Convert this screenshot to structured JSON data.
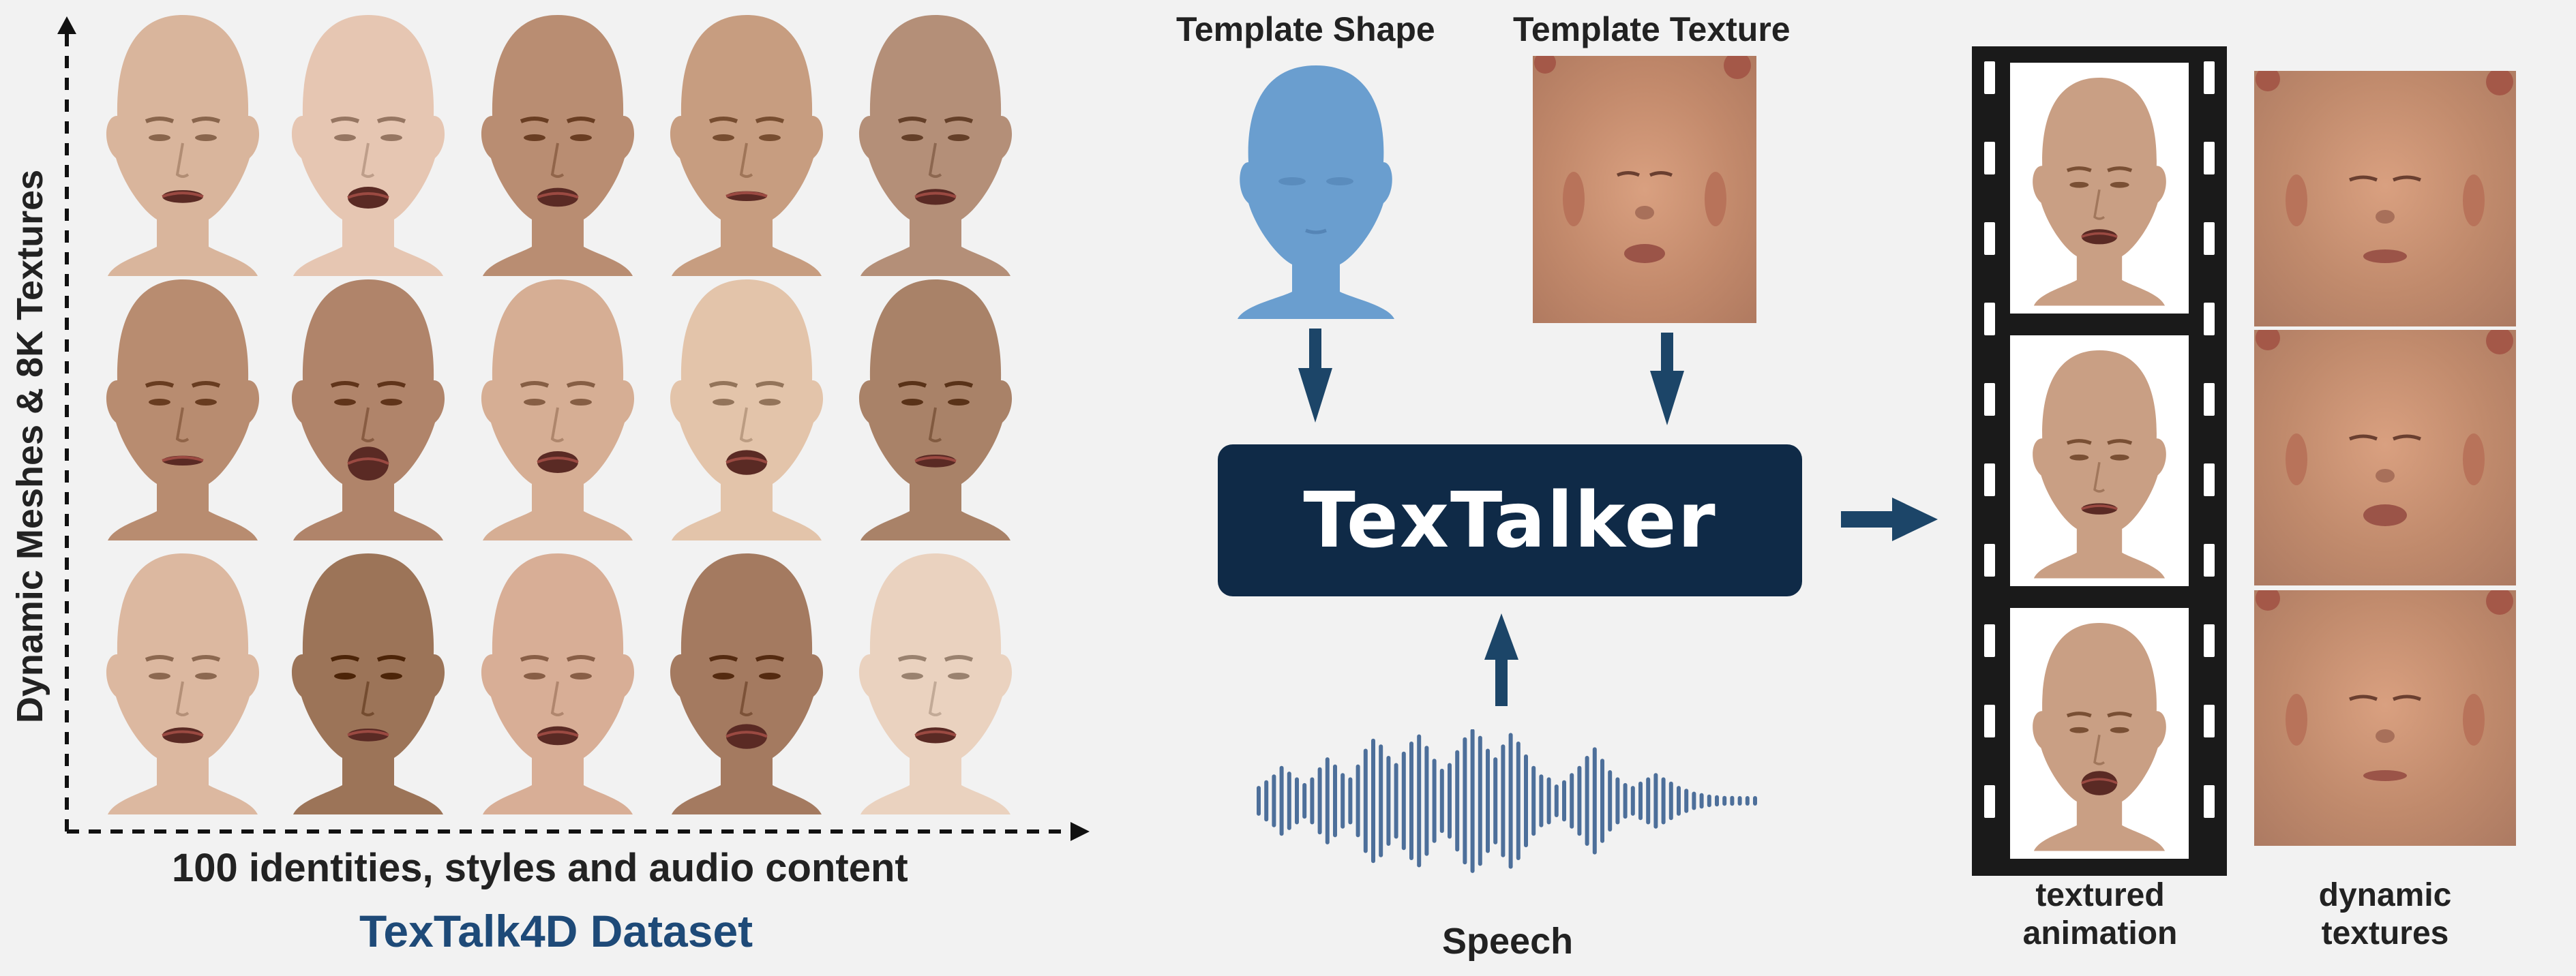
{
  "dataset": {
    "y_axis_label": "Dynamic Meshes & 8K Textures",
    "x_axis_label": "100 identities, styles and audio content",
    "title": "TexTalk4D Dataset",
    "skin_tones": [
      [
        "#d9b59c",
        "#e6c6b2",
        "#b98d72",
        "#c79d80",
        "#b48f78"
      ],
      [
        "#b88c70",
        "#b0846a",
        "#d6ae94",
        "#e3c4aa",
        "#a98268"
      ],
      [
        "#dcb8a0",
        "#9c7458",
        "#d8ae96",
        "#a47a60",
        "#ead2bf"
      ]
    ],
    "mouth_open": [
      [
        0.2,
        0.5,
        0.4,
        0.1,
        0.3
      ],
      [
        0.1,
        0.9,
        0.5,
        0.6,
        0.2
      ],
      [
        0.3,
        0.2,
        0.4,
        0.6,
        0.3
      ]
    ]
  },
  "pipeline": {
    "template_shape_label": "Template Shape",
    "template_texture_label": "Template Texture",
    "model_name": "TexTalker",
    "speech_label": "Speech",
    "shape_color": "#6a9ecf",
    "model_color": "#0f2a47",
    "arrow_color": "#1c4568",
    "wave_color": "#4d6f9a"
  },
  "outputs": {
    "animation_label_line1": "textured",
    "animation_label_line2": "animation",
    "textures_label_line1": "dynamic",
    "textures_label_line2": "textures"
  },
  "colors": {
    "dataset_title": "#1e4a78",
    "text": "#222222",
    "background": "#f2f2f2"
  }
}
